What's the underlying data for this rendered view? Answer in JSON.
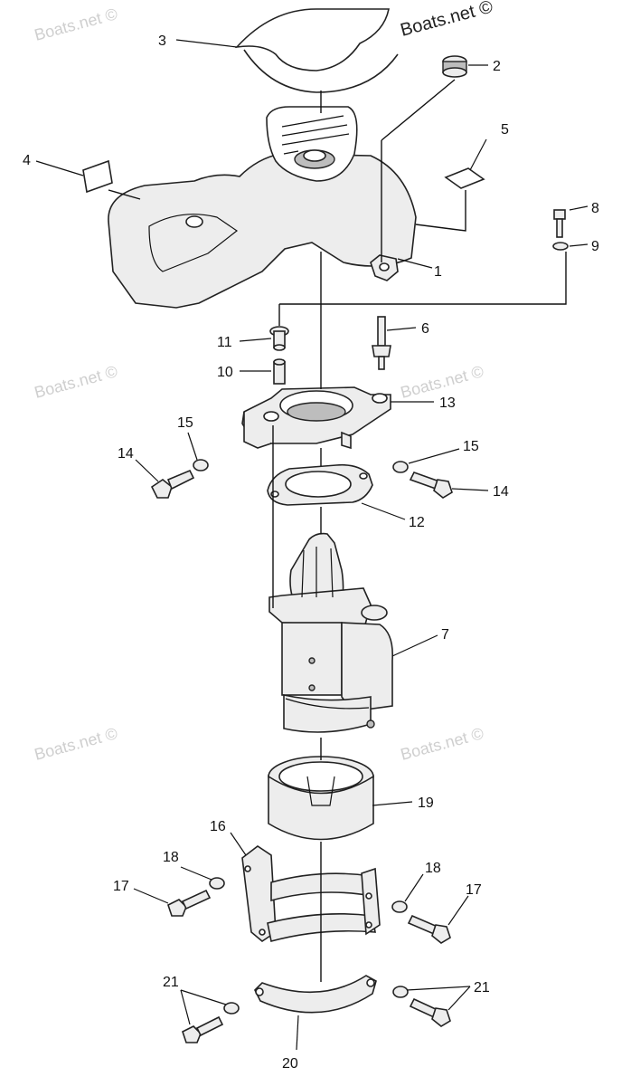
{
  "watermarks": {
    "top_right": "Boats.net ©",
    "faded": "Boats.net ©"
  },
  "callouts": {
    "c1": "1",
    "c2": "2",
    "c3": "3",
    "c4": "4",
    "c5": "5",
    "c6": "6",
    "c7": "7",
    "c8": "8",
    "c9": "9",
    "c10": "10",
    "c11": "11",
    "c12": "12",
    "c13": "13",
    "c14a": "14",
    "c14b": "14",
    "c15a": "15",
    "c15b": "15",
    "c16": "16",
    "c17a": "17",
    "c17b": "17",
    "c18a": "18",
    "c18b": "18",
    "c19": "19",
    "c20": "20",
    "c21a": "21",
    "c21b": "21"
  }
}
